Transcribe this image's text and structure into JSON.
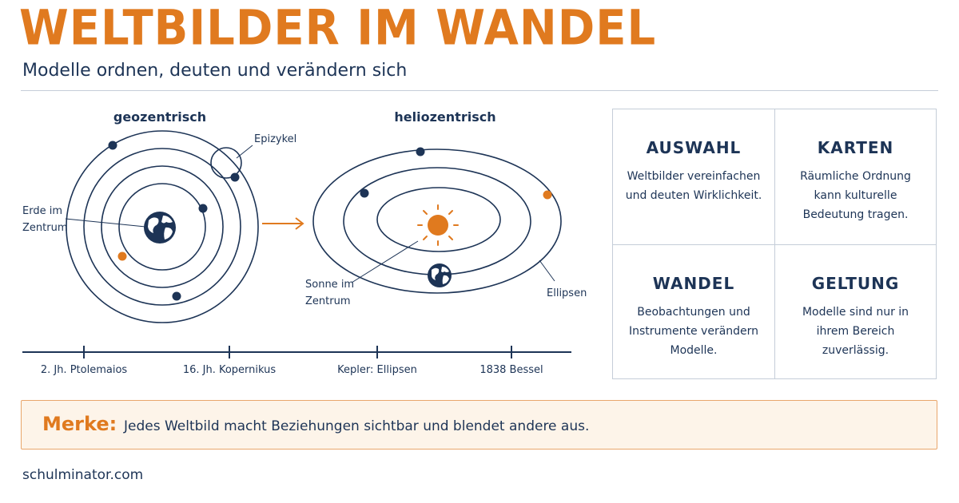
{
  "header": {
    "title": "WELTBILDER IM WANDEL",
    "subtitle": "Modelle ordnen, deuten und verändern sich"
  },
  "diagram": {
    "geo": {
      "heading": "geozentrisch",
      "epicycle_label": "Epizykel",
      "center_label_line1": "Erde im",
      "center_label_line2": "Zentrum",
      "center_icon": "earth-icon"
    },
    "helio": {
      "heading": "heliozentrisch",
      "center_label_line1": "Sonne im",
      "center_label_line2": "Zentrum",
      "ellipse_label": "Ellipsen",
      "center_icon": "sun-icon"
    },
    "transition_icon": "arrow-right-icon",
    "timeline": [
      "2. Jh. Ptolemaios",
      "16. Jh. Kopernikus",
      "Kepler: Ellipsen",
      "1838 Bessel"
    ]
  },
  "cards": [
    {
      "title": "AUSWAHL",
      "text": "Weltbilder vereinfachen und deuten Wirklichkeit."
    },
    {
      "title": "KARTEN",
      "text": "Räumliche Ordnung kann kulturelle Bedeutung tragen."
    },
    {
      "title": "WANDEL",
      "text": "Beobachtungen und Instrumente verändern Modelle."
    },
    {
      "title": "GELTUNG",
      "text": "Modelle sind nur in ihrem Bereich zuverlässig."
    }
  ],
  "merke": {
    "label": "Merke:",
    "text": "Jedes Weltbild macht Beziehungen sichtbar und blendet andere aus."
  },
  "footer": {
    "site": "schulminator.com"
  },
  "colors": {
    "navy": "#1d3456",
    "orange": "#e07a1f",
    "merke_bg": "#fdf4e9",
    "border": "#c5cdd8"
  }
}
